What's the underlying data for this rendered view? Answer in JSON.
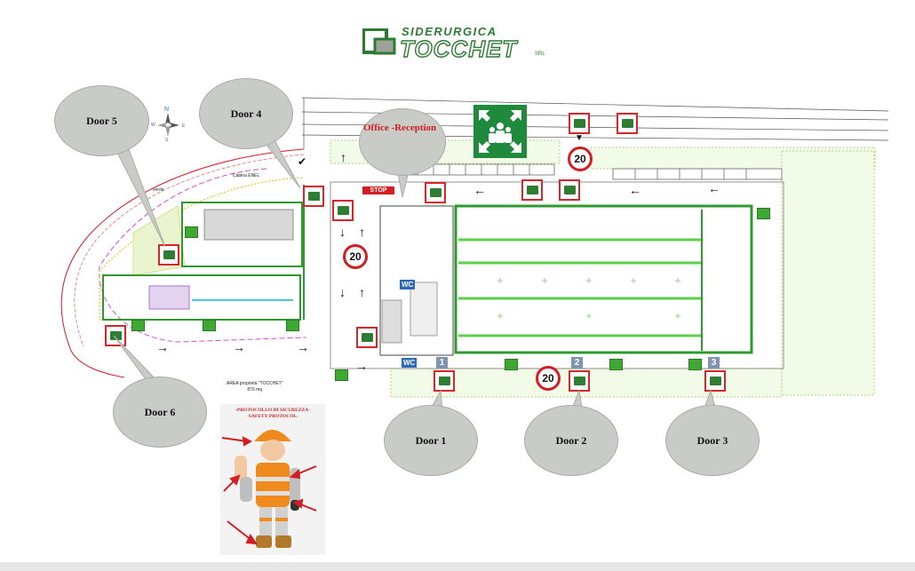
{
  "logo": {
    "line1": "SIDERURGICA",
    "line2": "TOCCHET",
    "suffix": "SRL"
  },
  "compass": {
    "n": "N",
    "s": "S",
    "e": "E",
    "w": "W"
  },
  "doors": [
    {
      "label": "Door 1"
    },
    {
      "label": "Door 2"
    },
    {
      "label": "Door 3"
    },
    {
      "label": "Door 4"
    },
    {
      "label": "Door 5"
    },
    {
      "label": "Door 6"
    }
  ],
  "office_label": "Office -Reception",
  "stop_label": "STOP",
  "speed_limit": "20",
  "wc_label": "WC",
  "door_numbers": [
    "1",
    "2",
    "3"
  ],
  "enel_label": "Cabina ENEL",
  "verde_label": "verde",
  "area_label": "AREA proprietà \"TOCCHET\"",
  "area_value": "870 mq",
  "protocol": {
    "title_it": "-PROTOCOLLO DI SICUREZZA-",
    "title_en": "-SAFETY PROTOCOL-"
  },
  "colors": {
    "accent_green": "#3ea832",
    "signal_red": "#d21e22",
    "bubble_gray": "#c9cbc6"
  }
}
